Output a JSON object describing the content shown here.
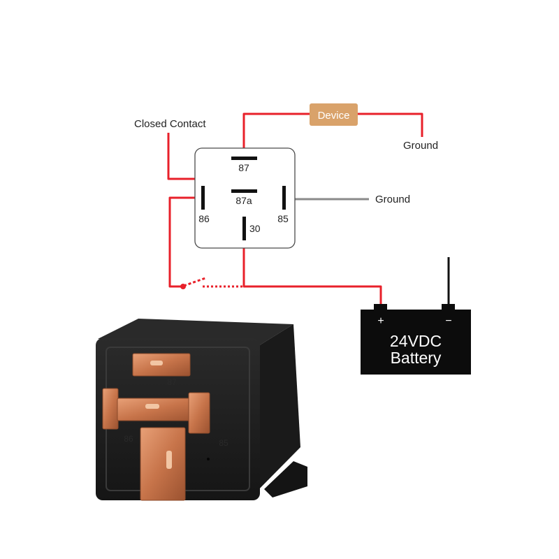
{
  "labels": {
    "closed_contact": "Closed Contact",
    "device": "Device",
    "ground_top": "Ground",
    "ground_right": "Ground"
  },
  "relay_pins": {
    "p87": "87",
    "p87a": "87a",
    "p86": "86",
    "p85": "85",
    "p30": "30"
  },
  "battery": {
    "plus": "+",
    "minus": "−",
    "line1": "24VDC",
    "line2": "Battery"
  },
  "relay_body": {
    "engraved_87": "87",
    "engraved_86": "86",
    "engraved_85": "85"
  },
  "colors": {
    "wire": "#e8202a",
    "ground_wire": "#8a8a8a",
    "device_fill": "#d9a26a",
    "battery_fill": "#0c0c0c",
    "relay_fill": "#1c1c1c",
    "terminal_fill": "#c87a4e"
  },
  "icons": {
    "switch": "open-switch-icon",
    "battery": "battery-icon",
    "relay": "relay-photo"
  }
}
